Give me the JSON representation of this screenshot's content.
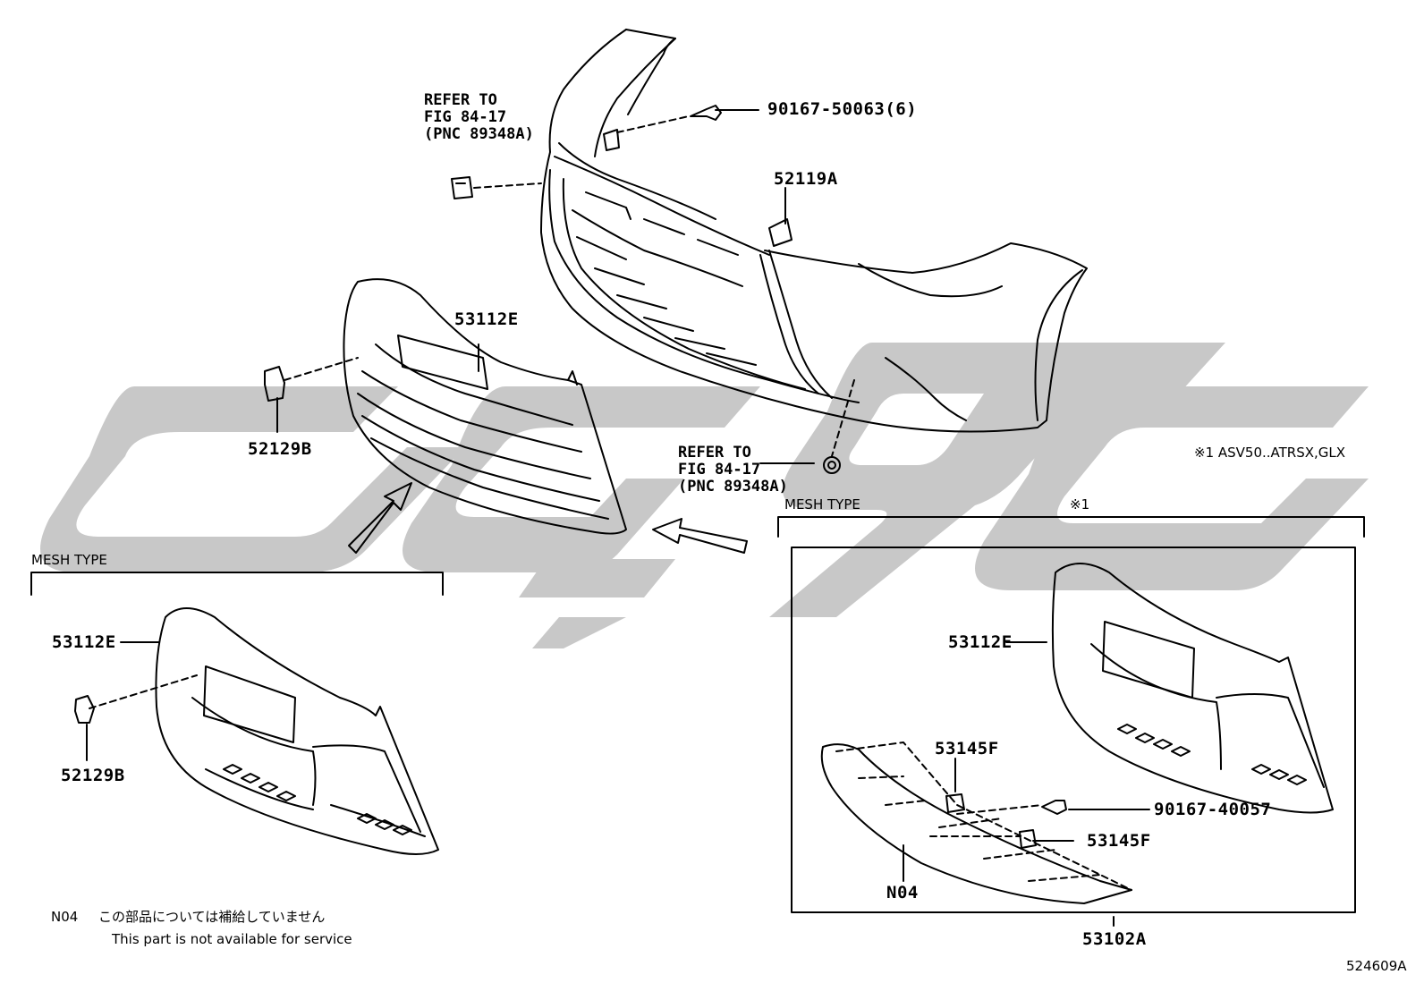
{
  "references": [
    {
      "line1": "REFER TO",
      "line2": "FIG 84-17",
      "line3": "(PNC 89348A)"
    },
    {
      "line1": "REFER TO",
      "line2": "FIG 84-17",
      "line3": "(PNC 89348A)"
    }
  ],
  "parts": {
    "bolt_top": "90167-50063(6)",
    "support_bracket": "52119A",
    "grille_main": "53112E",
    "clip_main": "52129B",
    "grille_mesh_left": "53112E",
    "clip_mesh_left": "52129B",
    "grille_mesh_right": "53112E",
    "clip_53145f_upper": "53145F",
    "bolt_lower": "90167-40057",
    "clip_53145f_lower": "53145F",
    "garnish": "N04",
    "lower_assembly": "53102A"
  },
  "groups": {
    "mesh_left_title": "MESH TYPE",
    "mesh_right_title": "MESH TYPE",
    "mesh_right_marker": "※1"
  },
  "condition_note": "※1 ASV50..ATRSX,GLX",
  "footnote": {
    "code": "N04",
    "japanese": "この部品については補給していません",
    "english": "This part is not available for service"
  },
  "figure_id": "524609A",
  "colors": {
    "line": "#000000",
    "watermark": "#c8c8c8",
    "background": "#ffffff"
  }
}
